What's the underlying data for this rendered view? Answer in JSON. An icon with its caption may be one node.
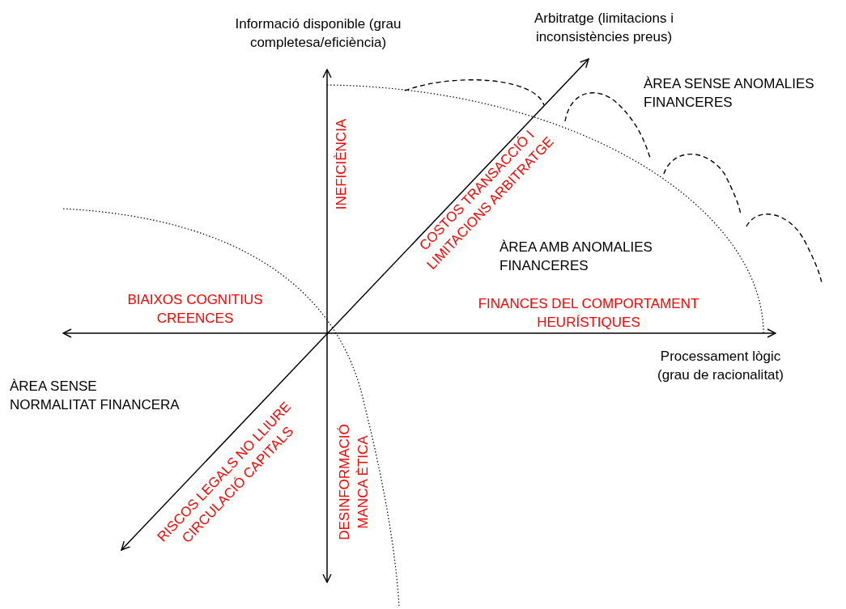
{
  "diagram": {
    "labels": [
      "Informació disponible (grau completesa/eficiència)",
      "Arbitratge (limitacions i inconsistències preus)",
      "ÀREA SENSE ANOMALIES FINANCERES",
      "INEFICIÈNCIA",
      "COSTOS TRANSACCIÓ I LIMITACIONS ARBITRATGE",
      "ÀREA AMB ANOMALIES FINANCERES",
      "BIAIXOS COGNITIUS CREENCES",
      "FINANCES DEL COMPORTAMENT HEURÍSTIQUES",
      "Processament lògic (grau de racionalitat)",
      "ÀREA SENSE NORMALITAT FINANCERA",
      "RISCOS LEGALS NO LLIURE CIRCULACIÓ CAPITALS",
      "DESINFORMACIÓ MANCA ÈTICA"
    ]
  }
}
